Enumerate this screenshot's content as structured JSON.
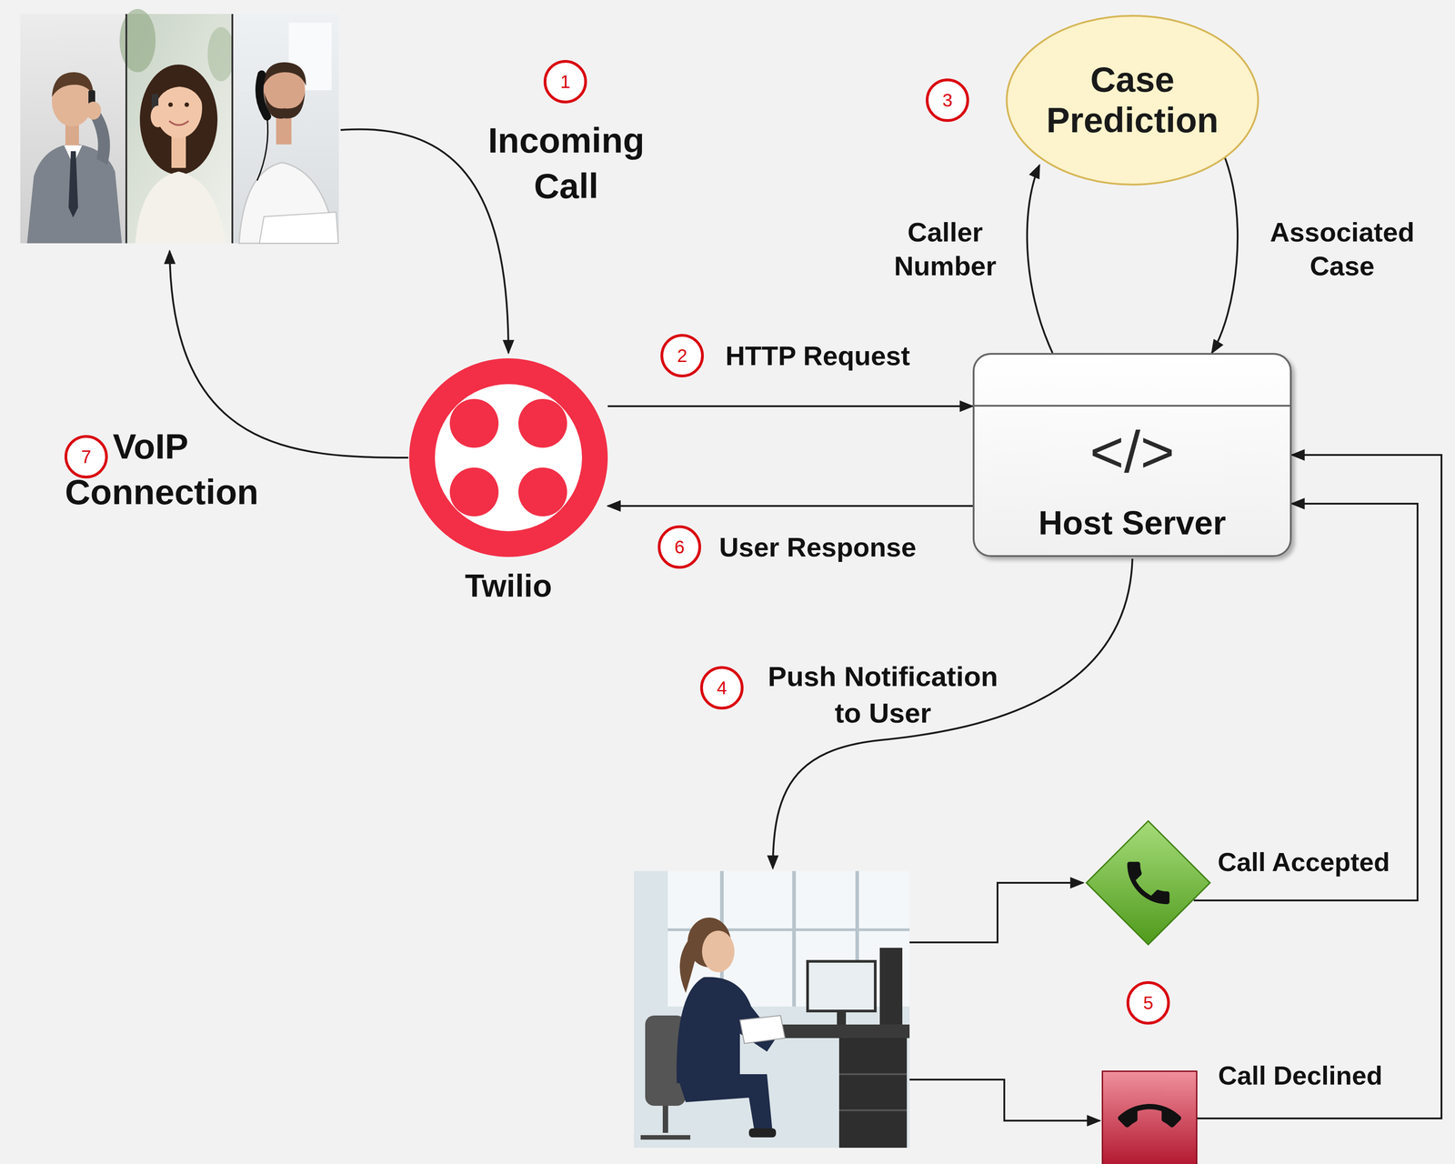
{
  "diagram": {
    "nodes": [
      {
        "text": [
          "Case Prediction"
        ]
      },
      {
        "text": [
          "Twilio"
        ]
      },
      {
        "text": [
          "</>",
          "Host Server"
        ]
      },
      {
        "text": [
          "Call Accepted"
        ]
      },
      {
        "text": [
          "Call Declined"
        ]
      }
    ],
    "edges": [
      {
        "from": 1,
        "to": 2,
        "arrow": "to",
        "label": "HTTP Request"
      },
      {
        "from": 2,
        "to": 1,
        "arrow": "to",
        "label": "User Response"
      },
      {
        "from": 2,
        "to": 0,
        "arrow": "to",
        "label": "Caller Number"
      },
      {
        "from": 0,
        "to": 2,
        "arrow": "to",
        "label": "Associated Case"
      },
      {
        "from": 3,
        "to": 2,
        "arrow": "to"
      },
      {
        "from": 4,
        "to": 2,
        "arrow": "to"
      }
    ],
    "labels": [
      "1",
      "Incoming Call",
      "3",
      "2",
      "7",
      "VoIP Connection",
      "6",
      "4",
      "Push Notification to User",
      "5"
    ]
  }
}
